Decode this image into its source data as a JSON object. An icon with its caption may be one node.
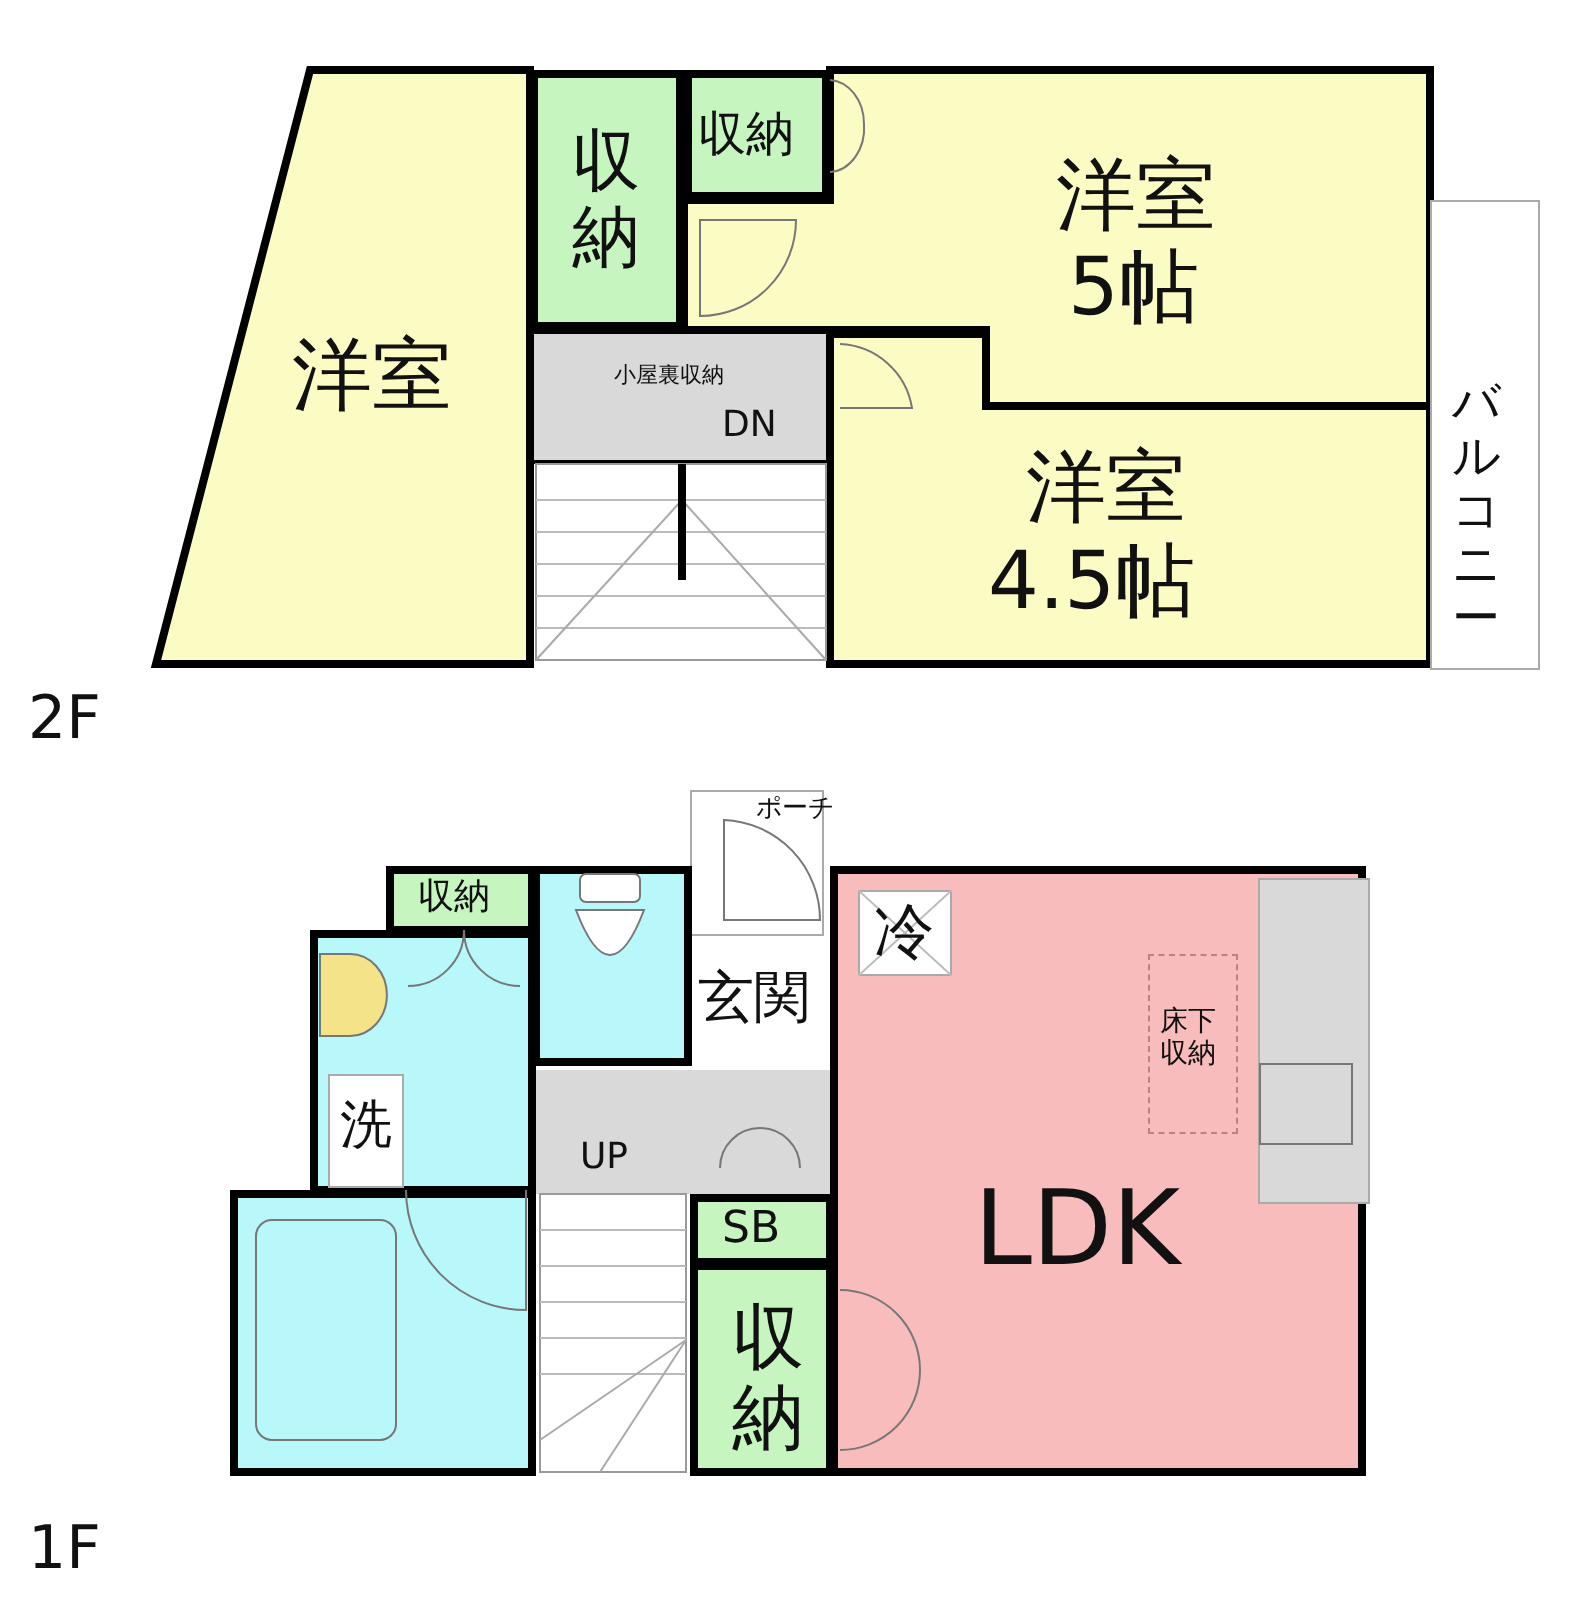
{
  "diagram": {
    "nodes": [
      {
        "text": [
          "洋室"
        ]
      },
      {
        "text": [
          "収納"
        ]
      },
      {
        "text": [
          "収納"
        ]
      },
      {
        "text": [
          "洋室",
          "5帖"
        ]
      },
      {
        "text": [
          "小屋裏収納",
          "DN"
        ]
      },
      {
        "text": [
          "洋室",
          "4.5帖"
        ]
      },
      {
        "text": [
          "バルコニー"
        ]
      },
      {
        "text": [
          "ポーチ"
        ]
      },
      {
        "text": [
          "収納"
        ]
      },
      {
        "text": [],
        "shape": "box"
      },
      {
        "text": [],
        "shape": "box"
      },
      {
        "text": [
          "洗"
        ],
        "in": 10
      },
      {
        "text": [],
        "shape": "box"
      },
      {
        "text": [
          "玄関"
        ]
      },
      {
        "text": [
          "UP"
        ]
      },
      {
        "text": [
          "SB"
        ]
      },
      {
        "text": [
          "収納"
        ]
      },
      {
        "text": [
          "LDK"
        ]
      },
      {
        "text": [
          "冷"
        ],
        "in": 17
      },
      {
        "text": [
          "床下収納"
        ],
        "in": 17
      },
      {
        "text": [],
        "shape": "box",
        "in": 17
      }
    ],
    "edges": [],
    "labels": [
      "2F",
      "1F"
    ]
  }
}
